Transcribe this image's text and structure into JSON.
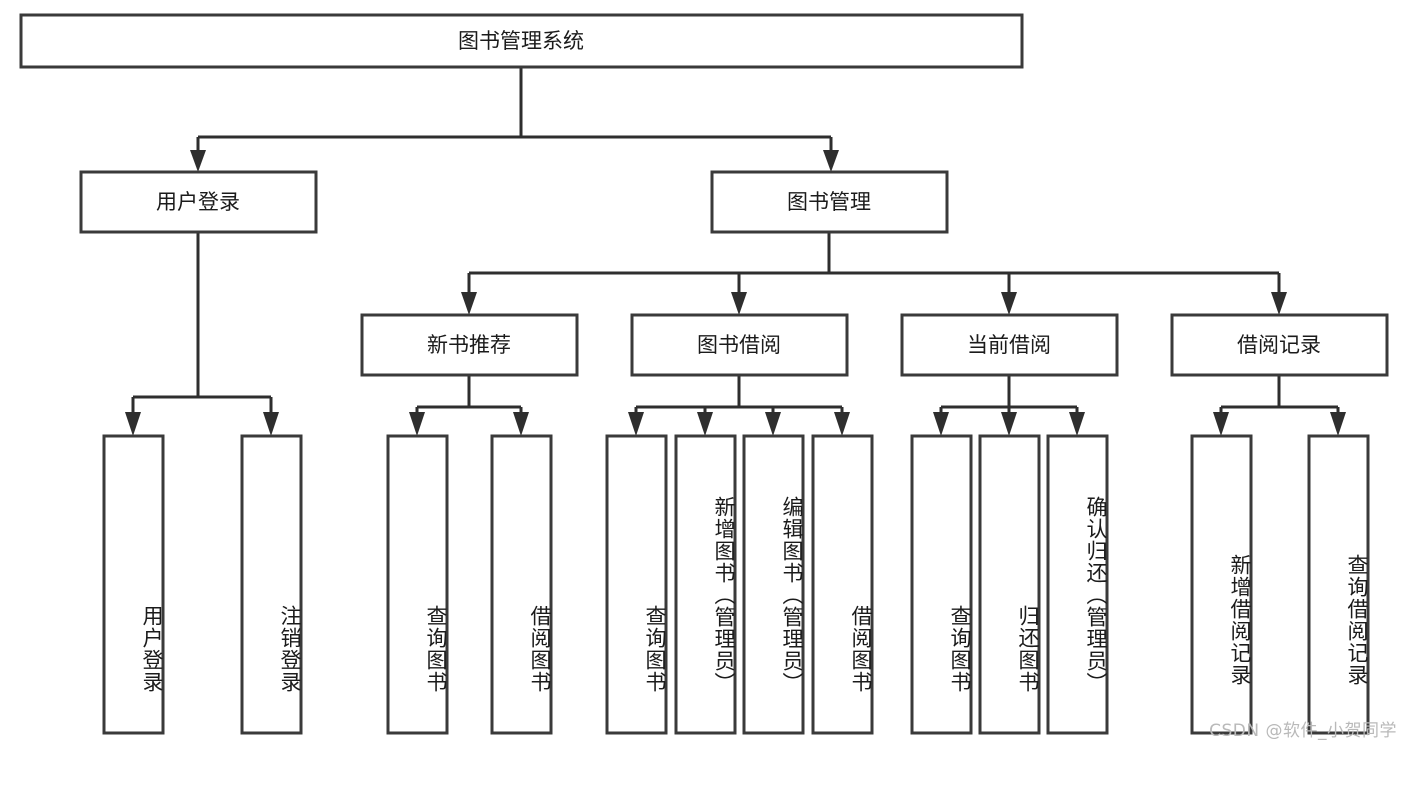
{
  "diagram": {
    "type": "tree-hierarchy-flowchart",
    "orientation": "top-down",
    "root": {
      "id": "root",
      "label": "图书管理系统"
    },
    "level2": [
      {
        "id": "user-login",
        "label": "用户登录"
      },
      {
        "id": "book-manage",
        "label": "图书管理"
      }
    ],
    "level3": [
      {
        "id": "new-book-rec",
        "label": "新书推荐",
        "parent": "book-manage"
      },
      {
        "id": "book-borrow",
        "label": "图书借阅",
        "parent": "book-manage"
      },
      {
        "id": "current-borrow",
        "label": "当前借阅",
        "parent": "book-manage"
      },
      {
        "id": "borrow-record",
        "label": "借阅记录",
        "parent": "book-manage"
      }
    ],
    "leaves": [
      {
        "id": "leaf-user-login",
        "label": "用户登录",
        "parent": "user-login"
      },
      {
        "id": "leaf-logout",
        "label": "注销登录",
        "parent": "user-login"
      },
      {
        "id": "leaf-query-book-rec",
        "label": "查询图书",
        "parent": "new-book-rec"
      },
      {
        "id": "leaf-borrow-book-rec",
        "label": "借阅图书",
        "parent": "new-book-rec"
      },
      {
        "id": "leaf-query-book-bb",
        "label": "查询图书",
        "parent": "book-borrow"
      },
      {
        "id": "leaf-add-book",
        "label": "新增图书（管理员）",
        "parent": "book-borrow"
      },
      {
        "id": "leaf-edit-book",
        "label": "编辑图书（管理员）",
        "parent": "book-borrow"
      },
      {
        "id": "leaf-borrow-book-bb",
        "label": "借阅图书",
        "parent": "book-borrow"
      },
      {
        "id": "leaf-query-book-cb",
        "label": "查询图书",
        "parent": "current-borrow"
      },
      {
        "id": "leaf-return-book",
        "label": "归还图书",
        "parent": "current-borrow"
      },
      {
        "id": "leaf-confirm-return",
        "label": "确认归还（管理员）",
        "parent": "current-borrow"
      },
      {
        "id": "leaf-add-record",
        "label": "新增借阅记录",
        "parent": "borrow-record"
      },
      {
        "id": "leaf-query-record",
        "label": "查询借阅记录",
        "parent": "borrow-record"
      }
    ]
  },
  "colors": {
    "box_stroke": "#3a3a3a",
    "connector": "#2e2e2e",
    "text": "#1b1b1b",
    "background": "#ffffff",
    "watermark": "#b9b9b9"
  },
  "watermark": {
    "text": "CSDN @软件_小贺同学"
  }
}
